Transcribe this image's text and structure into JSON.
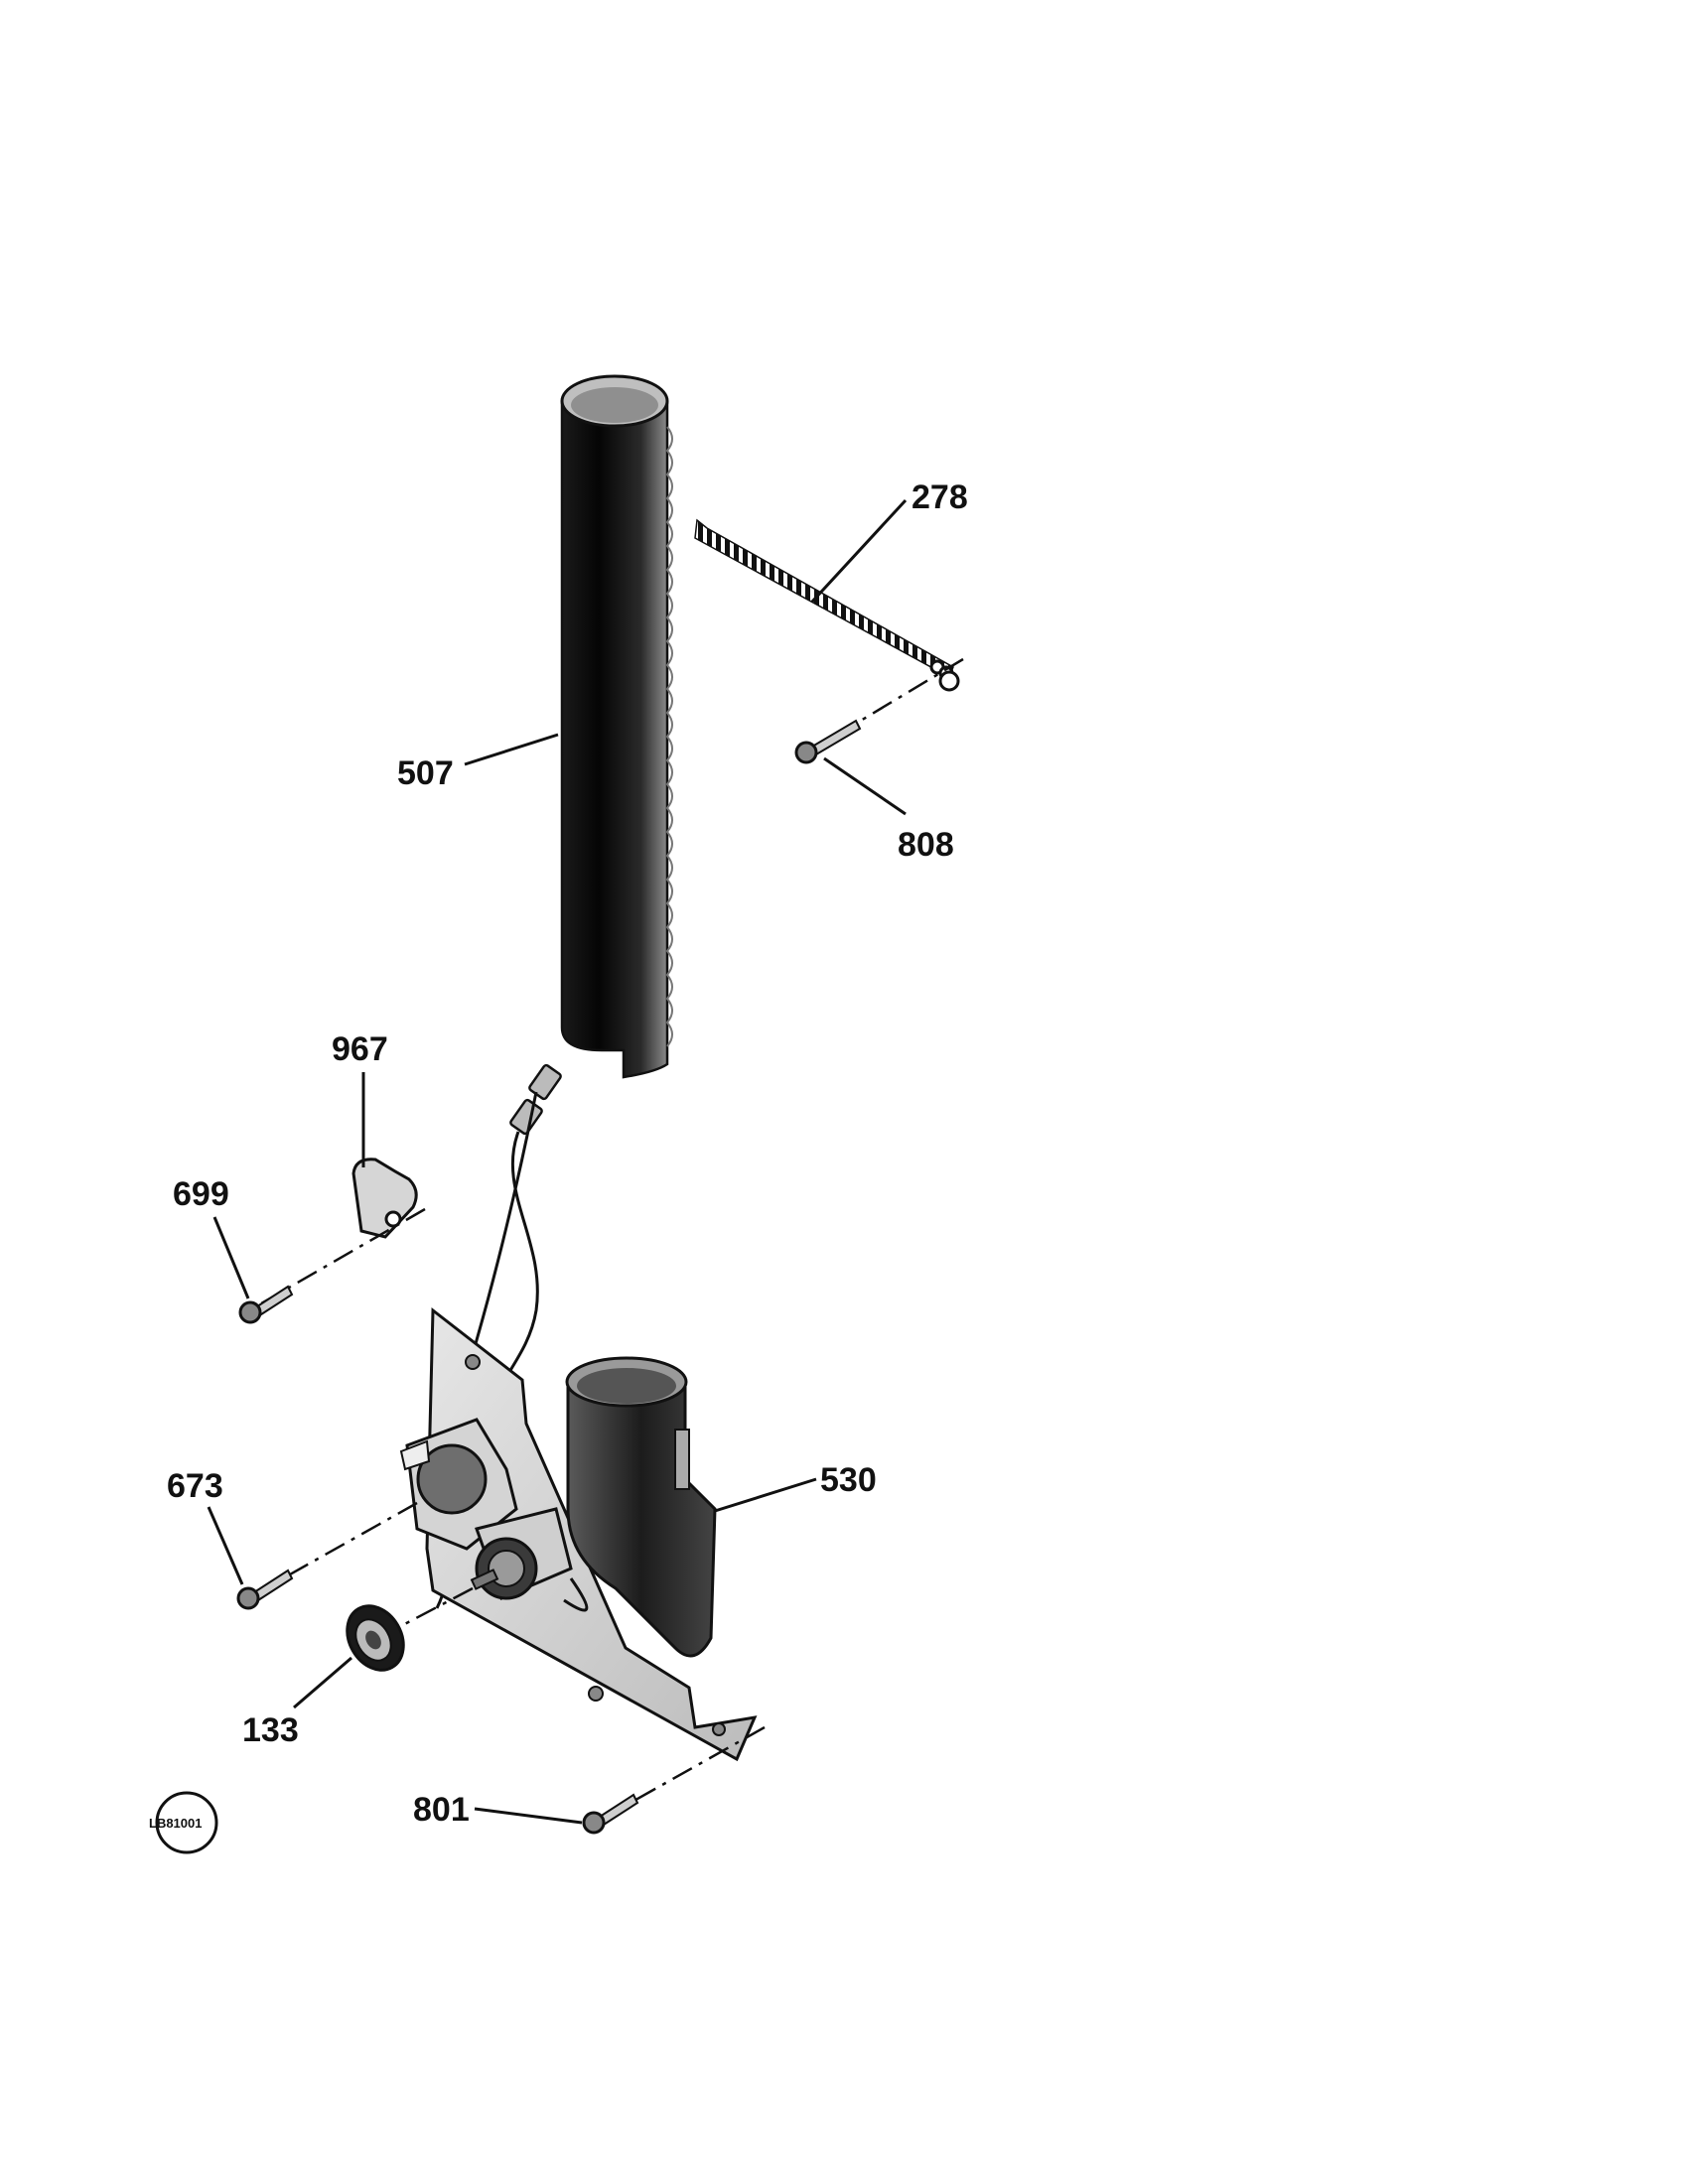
{
  "diagram": {
    "type": "exploded-parts-view",
    "callouts": [
      {
        "id": "278",
        "label": "278"
      },
      {
        "id": "507",
        "label": "507"
      },
      {
        "id": "808",
        "label": "808"
      },
      {
        "id": "967",
        "label": "967"
      },
      {
        "id": "699",
        "label": "699"
      },
      {
        "id": "530",
        "label": "530"
      },
      {
        "id": "673",
        "label": "673"
      },
      {
        "id": "133",
        "label": "133"
      },
      {
        "id": "801",
        "label": "801"
      }
    ],
    "stamp": "LB81001"
  }
}
